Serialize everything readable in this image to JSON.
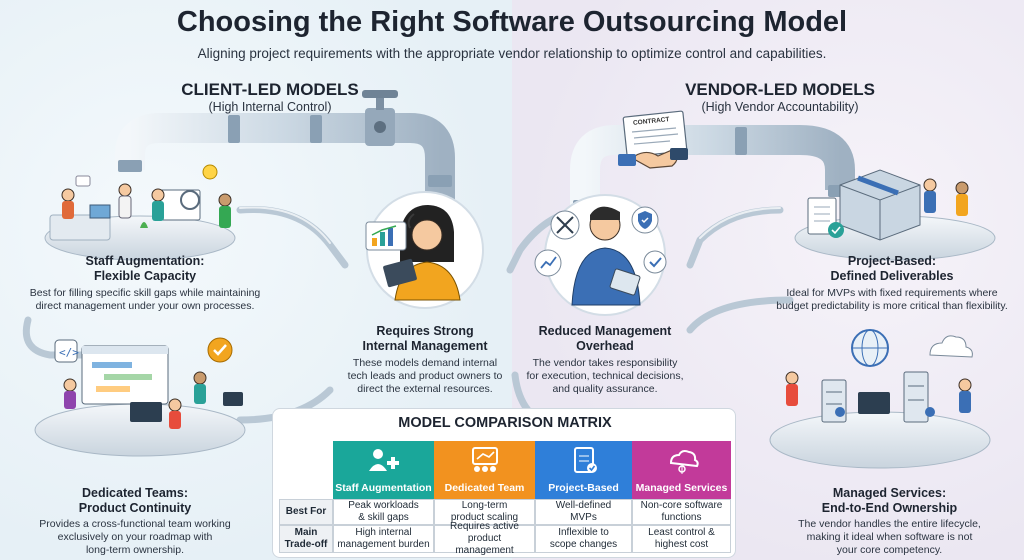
{
  "header": {
    "title": "Choosing the Right Software Outsourcing Model",
    "subtitle": "Aligning project requirements with the appropriate vendor relationship to optimize control and capabilities."
  },
  "client_led": {
    "heading": "CLIENT-LED MODELS",
    "subheading": "(High Internal Control)"
  },
  "vendor_led": {
    "heading": "VENDOR-LED MODELS",
    "subheading": "(High Vendor Accountability)",
    "contract_label": "CONTRACT"
  },
  "blocks": {
    "staff_aug": {
      "title_1": "Staff Augmentation:",
      "title_2": "Flexible Capacity",
      "desc_1": "Best for filling specific skill gaps while maintaining",
      "desc_2": "direct management under your own processes."
    },
    "internal_mgmt": {
      "title_1": "Requires Strong",
      "title_2": "Internal Management",
      "desc_1": "These models demand internal",
      "desc_2": "tech leads and product owners to",
      "desc_3": "direct the external resources."
    },
    "dedicated": {
      "title_1": "Dedicated Teams:",
      "title_2": "Product Continuity",
      "desc_1": "Provides a cross-functional team working",
      "desc_2": "exclusively on your roadmap with",
      "desc_3": "long-term ownership."
    },
    "reduced_mgmt": {
      "title_1": "Reduced Management",
      "title_2": "Overhead",
      "desc_1": "The vendor takes responsibility",
      "desc_2": "for execution, technical decisions,",
      "desc_3": "and quality assurance."
    },
    "project_based": {
      "title_1": "Project-Based:",
      "title_2": "Defined Deliverables",
      "desc_1": "Ideal for MVPs with fixed requirements where",
      "desc_2": "budget predictability is more critical than flexibility."
    },
    "managed": {
      "title_1": "Managed Services:",
      "title_2": "End-to-End Ownership",
      "desc_1": "The vendor handles the entire lifecycle,",
      "desc_2": "making it ideal when software is not",
      "desc_3": "your core competency."
    }
  },
  "matrix": {
    "title": "MODEL COMPARISON MATRIX",
    "columns": [
      {
        "label": "Staff Augmentation",
        "color": "#1aa79a"
      },
      {
        "label": "Dedicated Team",
        "color": "#f2921f"
      },
      {
        "label": "Project-Based",
        "color": "#2f7fd9"
      },
      {
        "label": "Managed Services",
        "color": "#c23a9a"
      }
    ],
    "rows": [
      {
        "label_1": "Best For",
        "label_2": "",
        "cells": [
          {
            "l1": "Peak workloads",
            "l2": "& skill gaps"
          },
          {
            "l1": "Long-term",
            "l2": "product scaling"
          },
          {
            "l1": "Well-defined",
            "l2": "MVPs"
          },
          {
            "l1": "Non-core software",
            "l2": "functions"
          }
        ]
      },
      {
        "label_1": "Main",
        "label_2": "Trade-off",
        "cells": [
          {
            "l1": "High internal",
            "l2": "management burden"
          },
          {
            "l1": "Requires active",
            "l2": "product management"
          },
          {
            "l1": "Inflexible to",
            "l2": "scope changes"
          },
          {
            "l1": "Least control &",
            "l2": "highest cost"
          }
        ]
      }
    ]
  },
  "icons": {
    "pipe": "pipe-icon",
    "handshake": "handshake-icon",
    "cloud": "cloud-icon",
    "globe": "globe-icon",
    "server": "server-icon",
    "package": "package-icon",
    "checklist": "checklist-icon",
    "chart": "bar-chart-icon",
    "gear": "gear-icon",
    "shield": "shield-check-icon"
  }
}
